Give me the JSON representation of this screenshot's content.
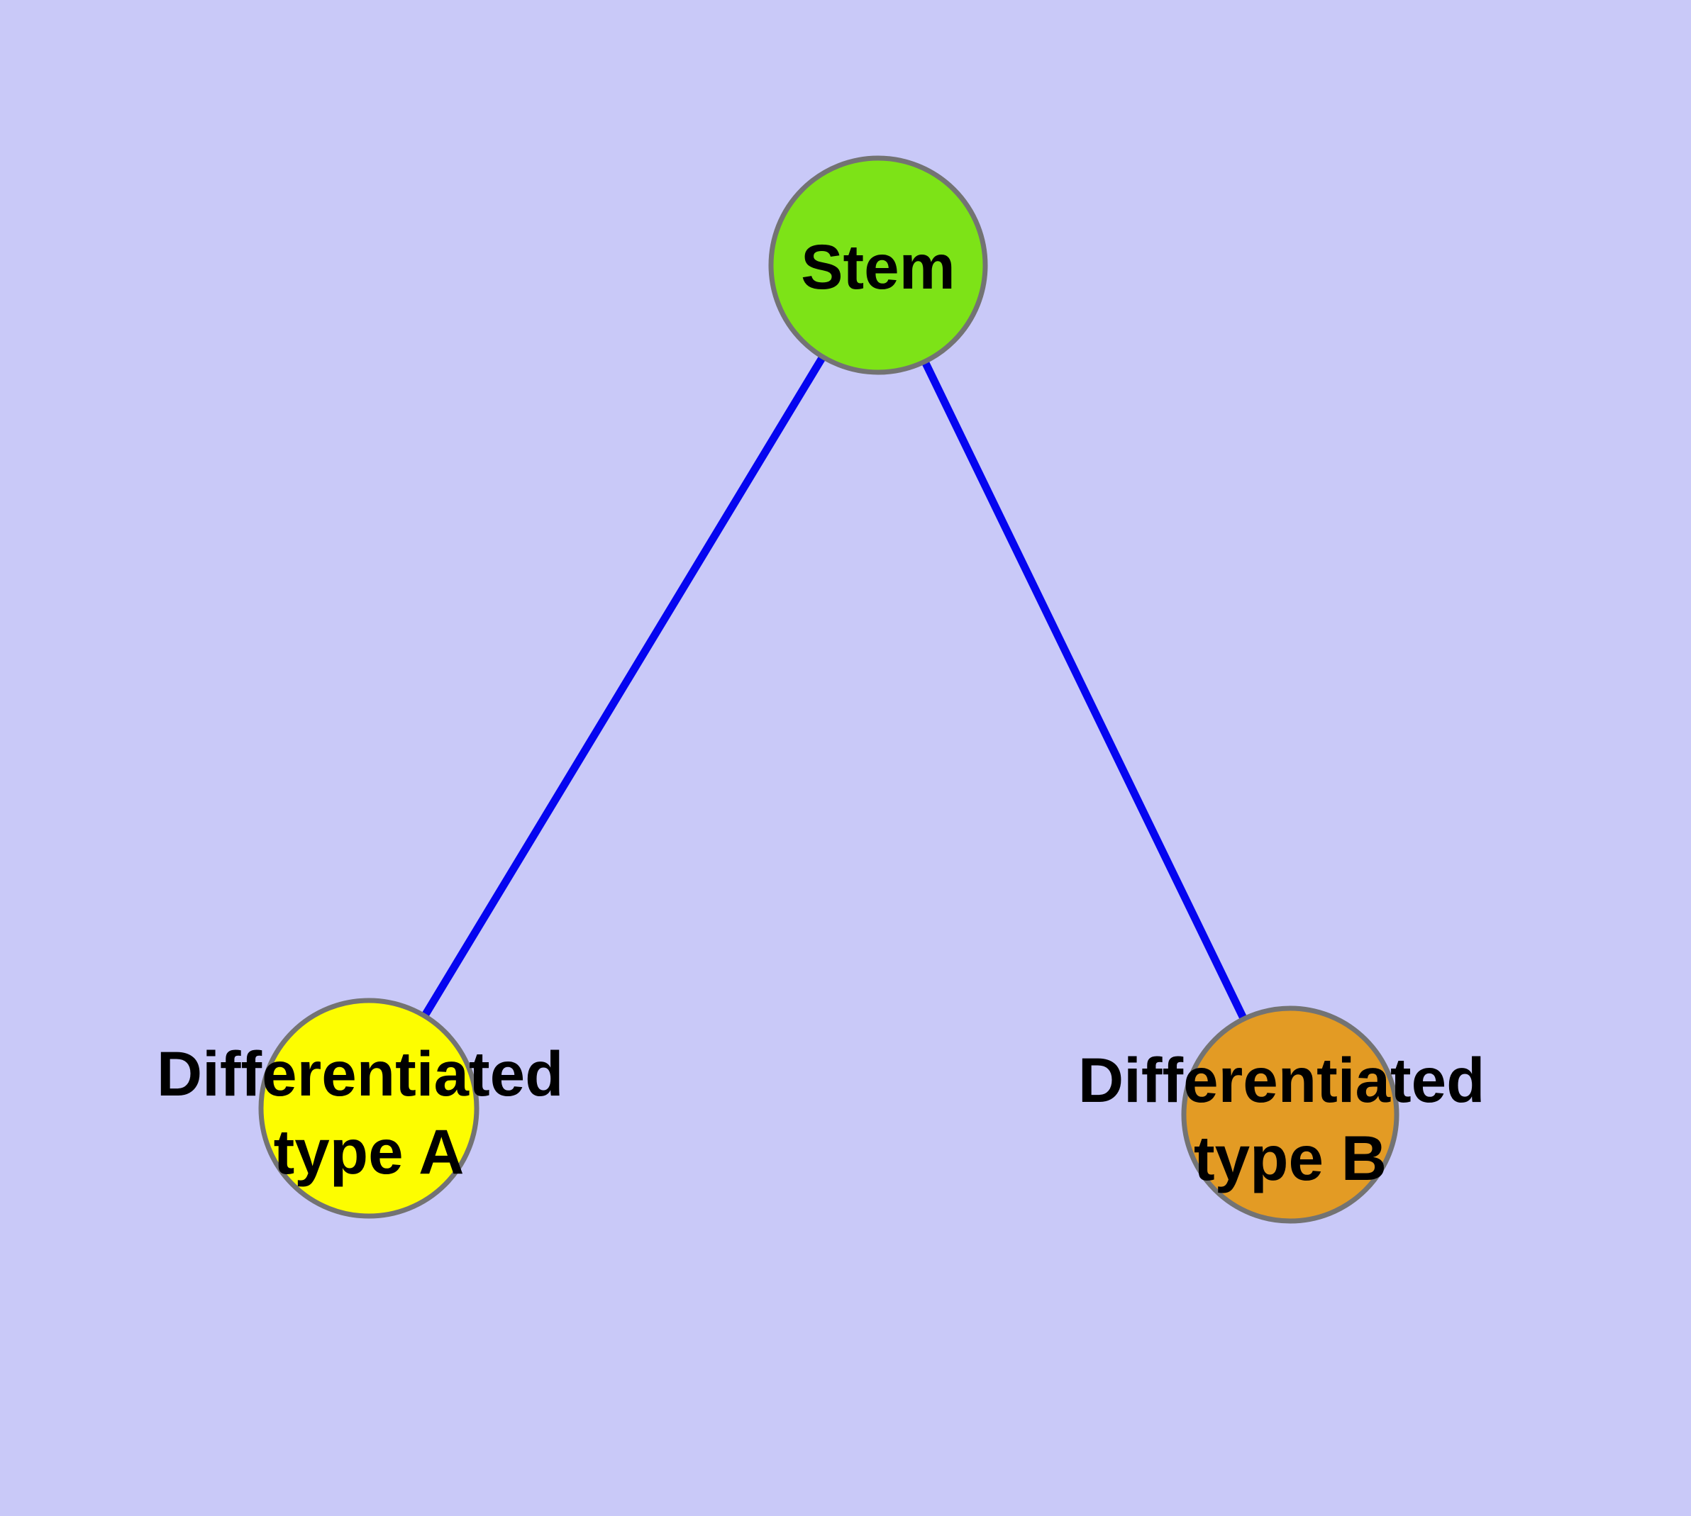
{
  "colors": {
    "background": "#c9c9f8",
    "edge": "#0505f0",
    "node_border": "#737373",
    "stem_fill": "#7de317",
    "type_a_fill": "#fdfd00",
    "type_b_fill": "#e39b24",
    "label_text": "#000000"
  },
  "nodes": {
    "stem": {
      "label": "Stem"
    },
    "type_a": {
      "label_line1": "Differentiated",
      "label_line2": "type A"
    },
    "type_b": {
      "label_line1": "Differentiated",
      "label_line2": "type B"
    }
  },
  "edges": [
    {
      "from": "Stem",
      "to": "Differentiated type A"
    },
    {
      "from": "Stem",
      "to": "Differentiated type B"
    }
  ]
}
